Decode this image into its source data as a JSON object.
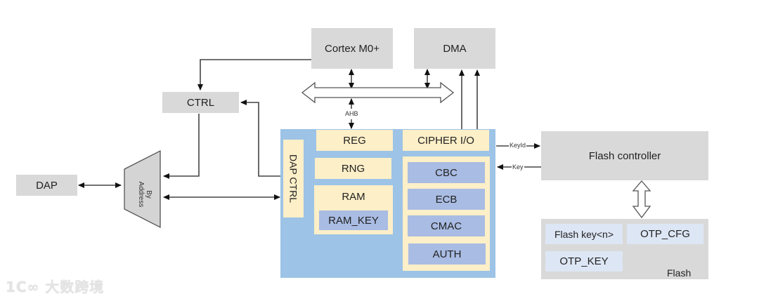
{
  "diagram": {
    "blocks": {
      "cortex": "Cortex M0+",
      "dma": "DMA",
      "ctrl": "CTRL",
      "dap": "DAP",
      "mux": "By\nAddress",
      "dap_ctrl": "DAP CTRL",
      "reg": "REG",
      "rng": "RNG",
      "ram": "RAM",
      "ram_key": "RAM_KEY",
      "cipher_io": "CIPHER I/O",
      "cbc": "CBC",
      "ecb": "ECB",
      "cmac": "CMAC",
      "auth": "AUTH",
      "flash_controller": "Flash controller",
      "flash_key": "Flash key<n>",
      "otp_cfg": "OTP_CFG",
      "otp_key": "OTP_KEY",
      "flash": "Flash"
    },
    "labels": {
      "ahb": "AHB",
      "keyid": "KeyId",
      "key": "Key"
    },
    "watermark": "1C∞ 大数跨境",
    "colors": {
      "gray_block": "#d9d9d9",
      "cream_block": "#fdefc8",
      "blue_block": "#a9bce3",
      "soc_background": "#9dc3e6",
      "flash_sub_block": "#dde6f4",
      "line": "#333333"
    }
  }
}
